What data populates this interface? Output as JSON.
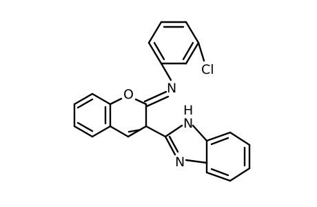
{
  "molecule": {
    "atoms": [
      {
        "id": "O",
        "label": "O"
      },
      {
        "id": "N",
        "label": "N"
      },
      {
        "id": "Cl",
        "label": "Cl"
      },
      {
        "id": "NH",
        "label": "H\nN"
      },
      {
        "id": "N2",
        "label": "N"
      }
    ]
  }
}
